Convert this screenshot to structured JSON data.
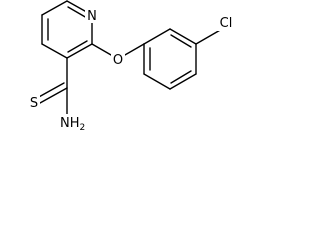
{
  "molecule": {
    "atoms": {
      "n": "N",
      "o": "O",
      "s": "S",
      "nh2": "NH",
      "nh2_sub": "2",
      "cl": "Cl"
    }
  }
}
